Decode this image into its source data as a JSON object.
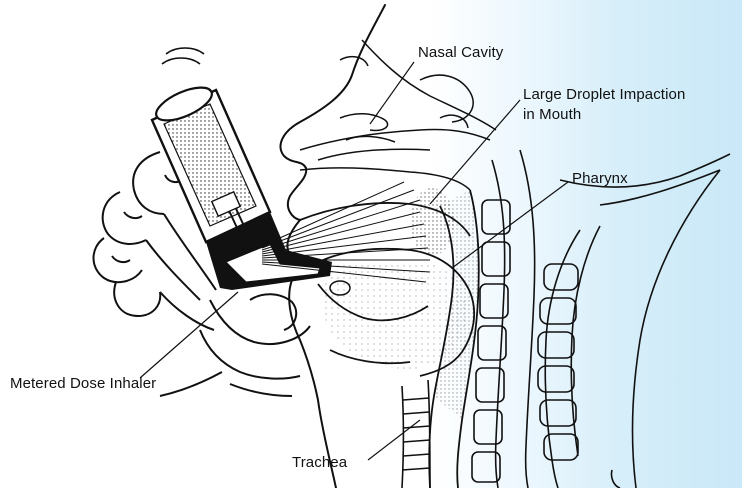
{
  "labels": {
    "nasal_cavity": "Nasal Cavity",
    "large_droplet_line1": "Large Droplet Impaction",
    "large_droplet_line2": "in Mouth",
    "pharynx": "Pharynx",
    "metered_dose_inhaler": "Metered Dose Inhaler",
    "trachea": "Trachea"
  },
  "colors": {
    "ink": "#111111",
    "background_fade": "#c9e8f8"
  }
}
